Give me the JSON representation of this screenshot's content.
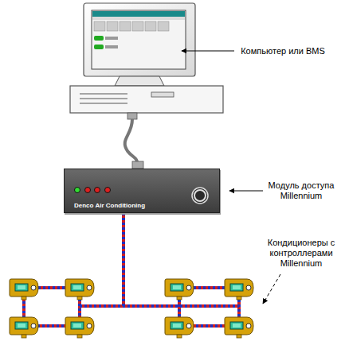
{
  "diagram": {
    "nodes": [
      {
        "text": [
          "Denco Air Conditioning"
        ]
      }
    ],
    "labels": [
      "Компьютер или BMS",
      "Модуль доступа Millennium",
      "Кондиционеры с контроллерами Millennium"
    ]
  }
}
